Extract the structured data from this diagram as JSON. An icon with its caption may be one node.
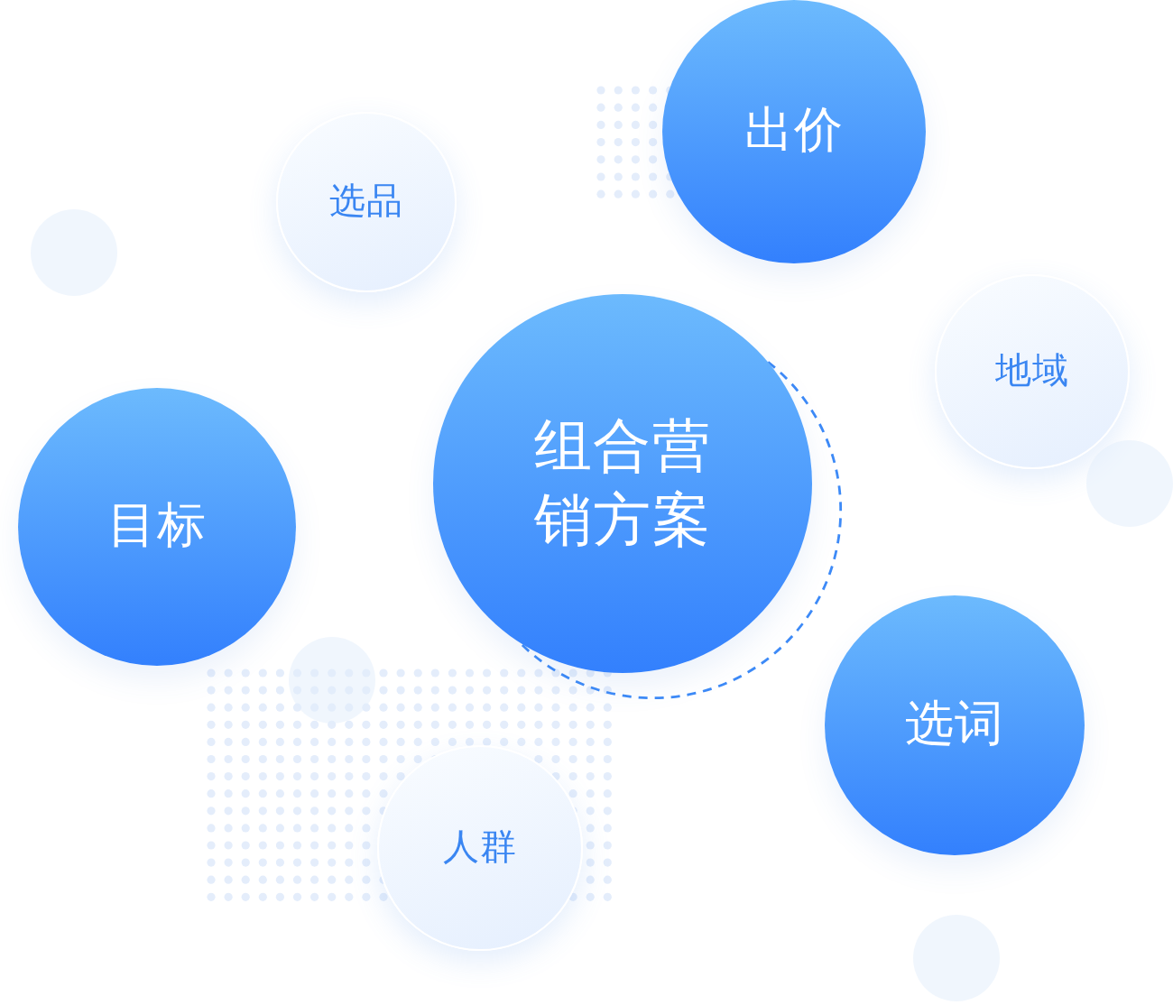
{
  "diagram": {
    "nodes": [
      {
        "text": [
          "出价"
        ]
      },
      {
        "text": [
          "选品"
        ]
      },
      {
        "text": [
          "地域"
        ]
      },
      {
        "text": [
          "组合营销方案"
        ]
      },
      {
        "text": [
          "目标"
        ]
      },
      {
        "text": [
          "选词"
        ]
      },
      {
        "text": [
          "人群"
        ]
      },
      {
        "text": [],
        "shape": "circle"
      },
      {
        "text": [],
        "shape": "circle"
      },
      {
        "text": [],
        "shape": "circle"
      },
      {
        "text": [],
        "shape": "circle"
      }
    ]
  }
}
